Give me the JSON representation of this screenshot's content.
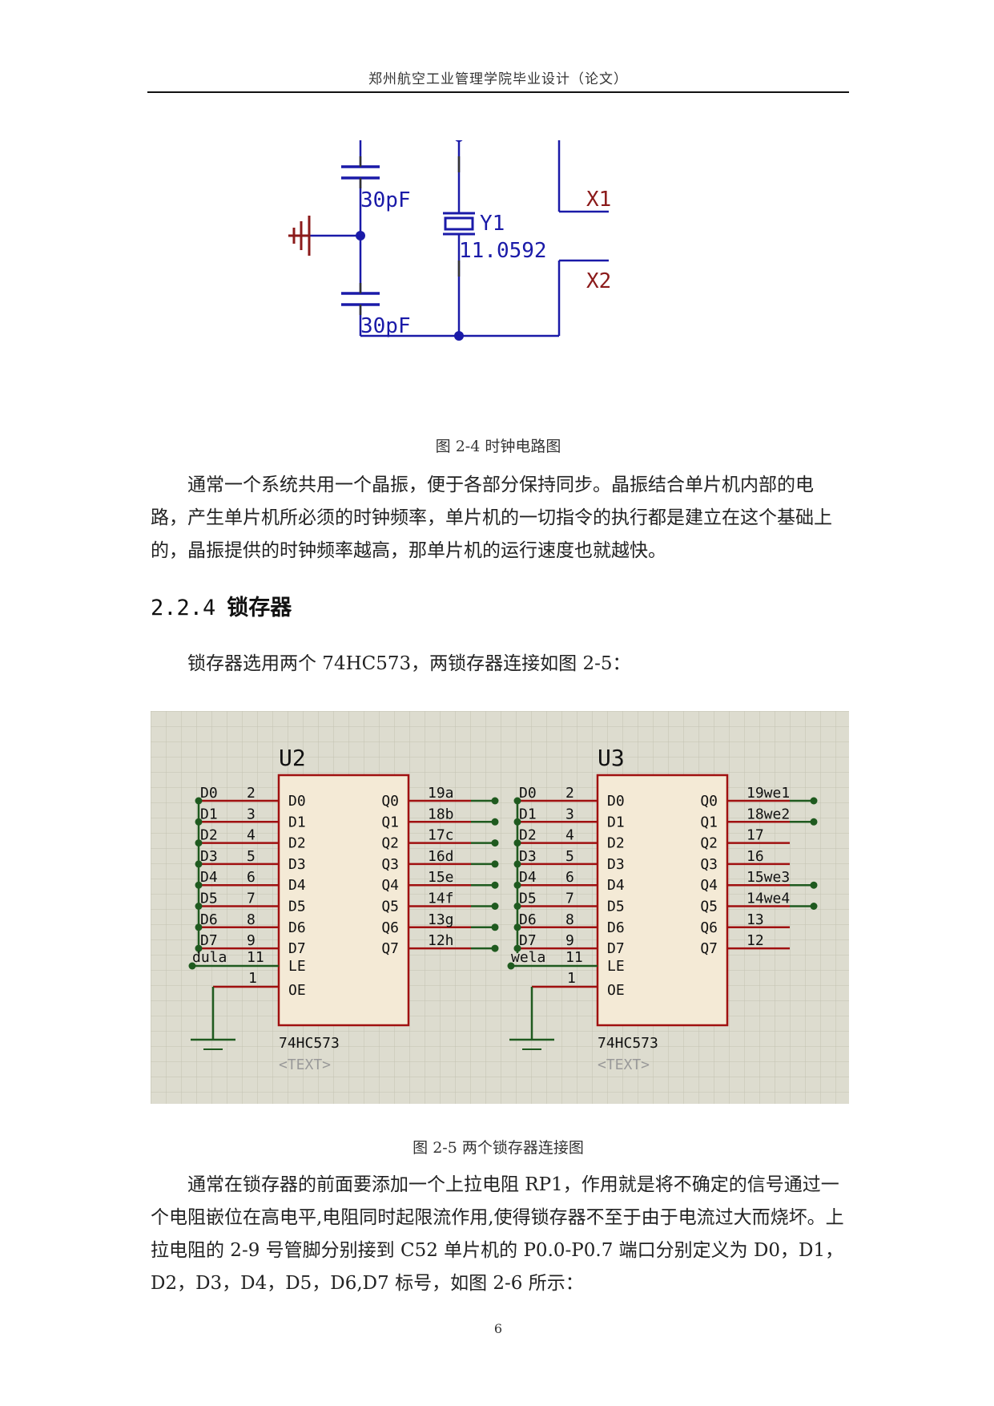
{
  "header": {
    "title": "郑州航空工业管理学院毕业设计（论文）"
  },
  "figure_clock": {
    "cap_top": "30pF",
    "cap_bottom": "30pF",
    "crystal_ref": "Y1",
    "crystal_value": "11.0592",
    "pin_x1": "X1",
    "pin_x2": "X2",
    "caption": "图 2-4  时钟电路图"
  },
  "body": {
    "para1": "通常一个系统共用一个晶振，便于各部分保持同步。晶振结合单片机内部的电路，产生单片机所必须的时钟频率，单片机的一切指令的执行都是建立在这个基础上的，晶振提供的时钟频率越高，那单片机的运行速度也就越快。",
    "section_number": "2.2.4",
    "section_title": "锁存器",
    "para2": "锁存器选用两个 74HC573，两锁存器连接如图 2-5：",
    "para3": "通常在锁存器的前面要添加一个上拉电阻 RP1，作用就是将不确定的信号通过一个电阻嵌位在高电平,电阻同时起限流作用,使得锁存器不至于由于电流过大而烧坏。上拉电阻的 2-9 号管脚分别接到 C52 单片机的 P0.0-P0.7 端口分别定义为 D0，D1，D2，D3，D4，D5，D6,D7 标号，如图 2-6 所示："
  },
  "figure_latch": {
    "caption": "图 2-5  两个锁存器连接图",
    "chips": [
      {
        "ref": "U2",
        "part": "74HC573",
        "text_placeholder": "<TEXT>",
        "in_labels": [
          "D0",
          "D1",
          "D2",
          "D3",
          "D4",
          "D5",
          "D6",
          "D7"
        ],
        "in_pins": [
          "2",
          "3",
          "4",
          "5",
          "6",
          "7",
          "8",
          "9"
        ],
        "in_names": [
          "D0",
          "D1",
          "D2",
          "D3",
          "D4",
          "D5",
          "D6",
          "D7"
        ],
        "out_names": [
          "Q0",
          "Q1",
          "Q2",
          "Q3",
          "Q4",
          "Q5",
          "Q6",
          "Q7"
        ],
        "out_pins": [
          "19",
          "18",
          "17",
          "16",
          "15",
          "14",
          "13",
          "12"
        ],
        "out_labels": [
          "a",
          "b",
          "c",
          "d",
          "e",
          "f",
          "g",
          "h"
        ],
        "le_label": "dula",
        "le_pin": "11",
        "oe_pin": "1",
        "le_name": "LE",
        "oe_name": "OE"
      },
      {
        "ref": "U3",
        "part": "74HC573",
        "text_placeholder": "<TEXT>",
        "in_labels": [
          "D0",
          "D1",
          "D2",
          "D3",
          "D4",
          "D5",
          "D6",
          "D7"
        ],
        "in_pins": [
          "2",
          "3",
          "4",
          "5",
          "6",
          "7",
          "8",
          "9"
        ],
        "in_names": [
          "D0",
          "D1",
          "D2",
          "D3",
          "D4",
          "D5",
          "D6",
          "D7"
        ],
        "out_names": [
          "Q0",
          "Q1",
          "Q2",
          "Q3",
          "Q4",
          "Q5",
          "Q6",
          "Q7"
        ],
        "out_pins": [
          "19",
          "18",
          "17",
          "16",
          "15",
          "14",
          "13",
          "12"
        ],
        "out_labels": [
          "we1",
          "we2",
          "",
          "",
          "we3",
          "we4",
          "",
          ""
        ],
        "le_label": "wela",
        "le_pin": "11",
        "oe_pin": "1",
        "le_name": "LE",
        "oe_name": "OE"
      }
    ]
  },
  "footer": {
    "page_number": "6"
  },
  "colors": {
    "wire_blue": "#1a1aa8",
    "ground_red": "#8b1a1a",
    "pin_red": "#a01010",
    "chip_fill": "#f4ead6",
    "grid_bg": "#dddccf",
    "grid_line": "#c4c4b4",
    "net_green": "#1f5a1f"
  }
}
